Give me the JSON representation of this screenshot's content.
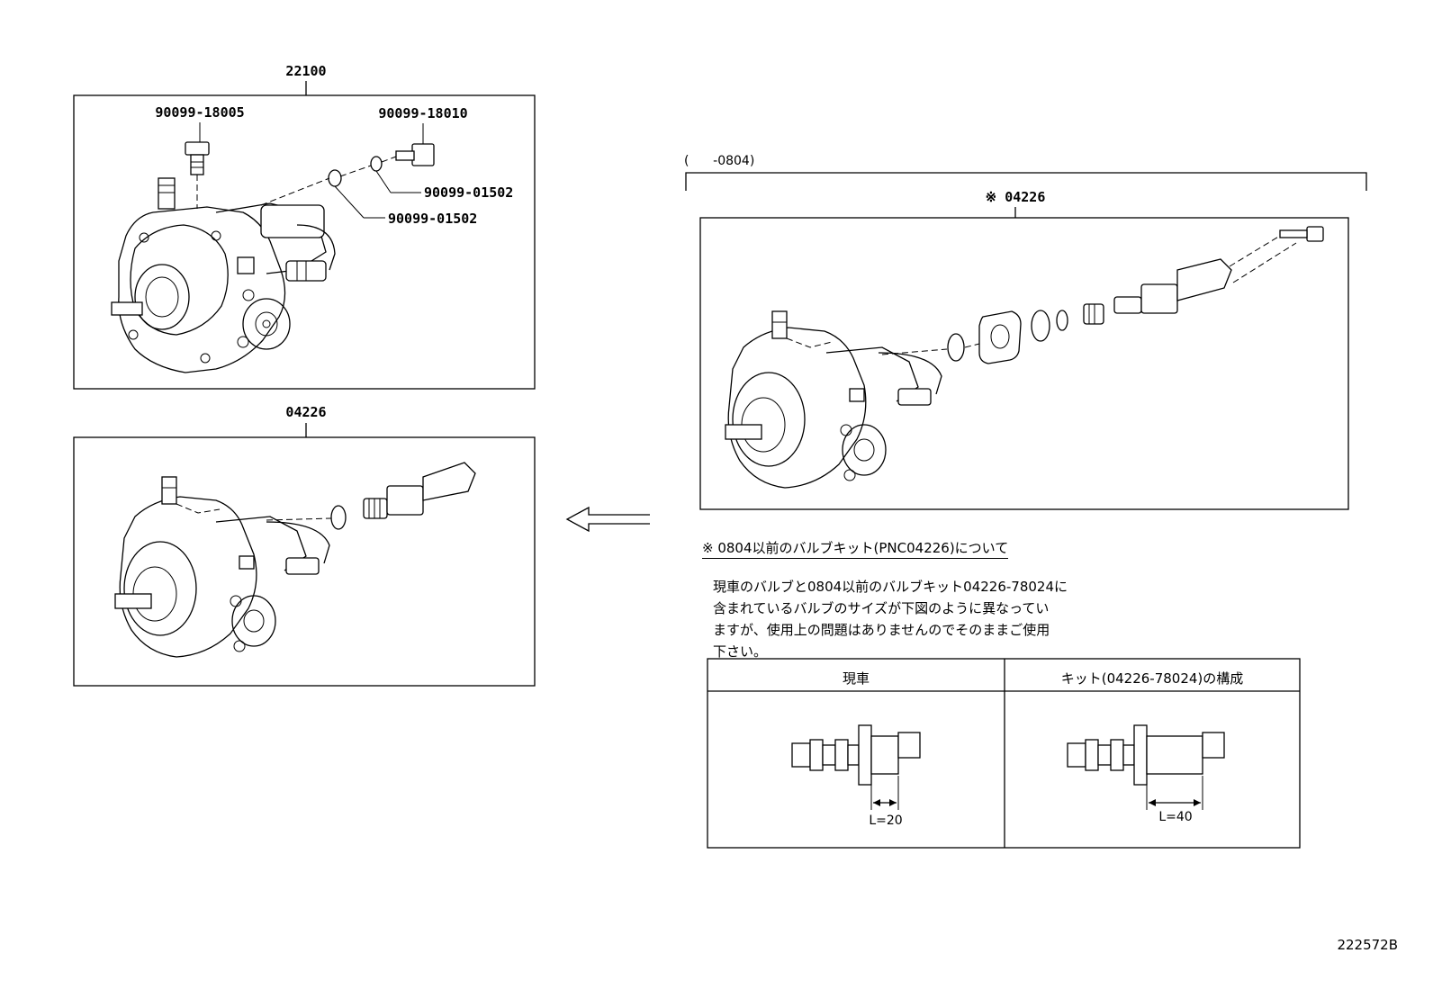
{
  "main_assembly": {
    "part_number": "22100",
    "callouts": {
      "plug": "90099-18005",
      "bolt": "90099-18010",
      "gasket_outer": "90099-01502",
      "gasket_inner": "90099-01502"
    }
  },
  "lower_assembly": {
    "part_number": "04226"
  },
  "kit_panel": {
    "range_label": "(      -0804)",
    "part_number": "※ 04226"
  },
  "note": {
    "title": "※ 0804以前のバルブキット(PNC04226)について",
    "lines": [
      "現車のバルブと0804以前のバルブキット04226-78024に",
      "含まれているバルブのサイズが下図のように異なってい",
      "ますが、使用上の問題はありませんのでそのままご使用",
      "下さい。"
    ]
  },
  "comparison_table": {
    "headers": [
      "現車",
      "キット(04226-78024)の構成"
    ],
    "dimensions": [
      "L=20",
      "L=40"
    ]
  },
  "figure_code": "222572B"
}
